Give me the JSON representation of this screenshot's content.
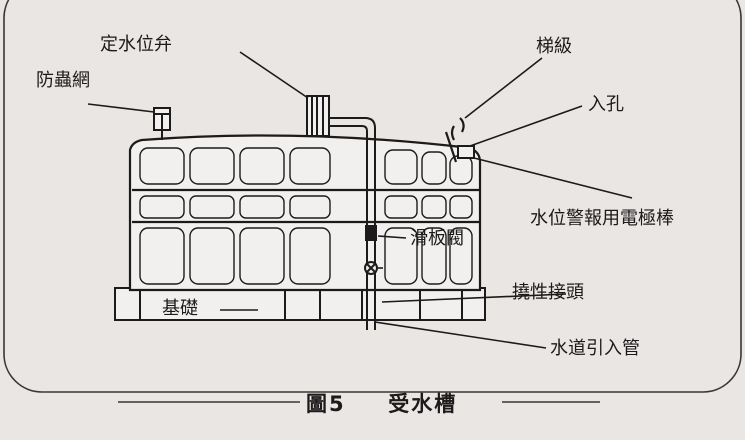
{
  "labels": {
    "float_valve": "定水位弁",
    "insect_net": "防蟲網",
    "ladder": "梯級",
    "manhole": "入孔",
    "electrode": "水位警報用電極棒",
    "slide_valve": "滑板閥",
    "flex_joint": "撓性接頭",
    "foundation": "基礎",
    "inlet_pipe": "水道引入管"
  },
  "caption": {
    "figure_no": "圖5",
    "title": "受水槽"
  },
  "colors": {
    "ink": "#1c1a1a",
    "paper": "#e9e6e3",
    "panel": "#f2f0ee"
  }
}
